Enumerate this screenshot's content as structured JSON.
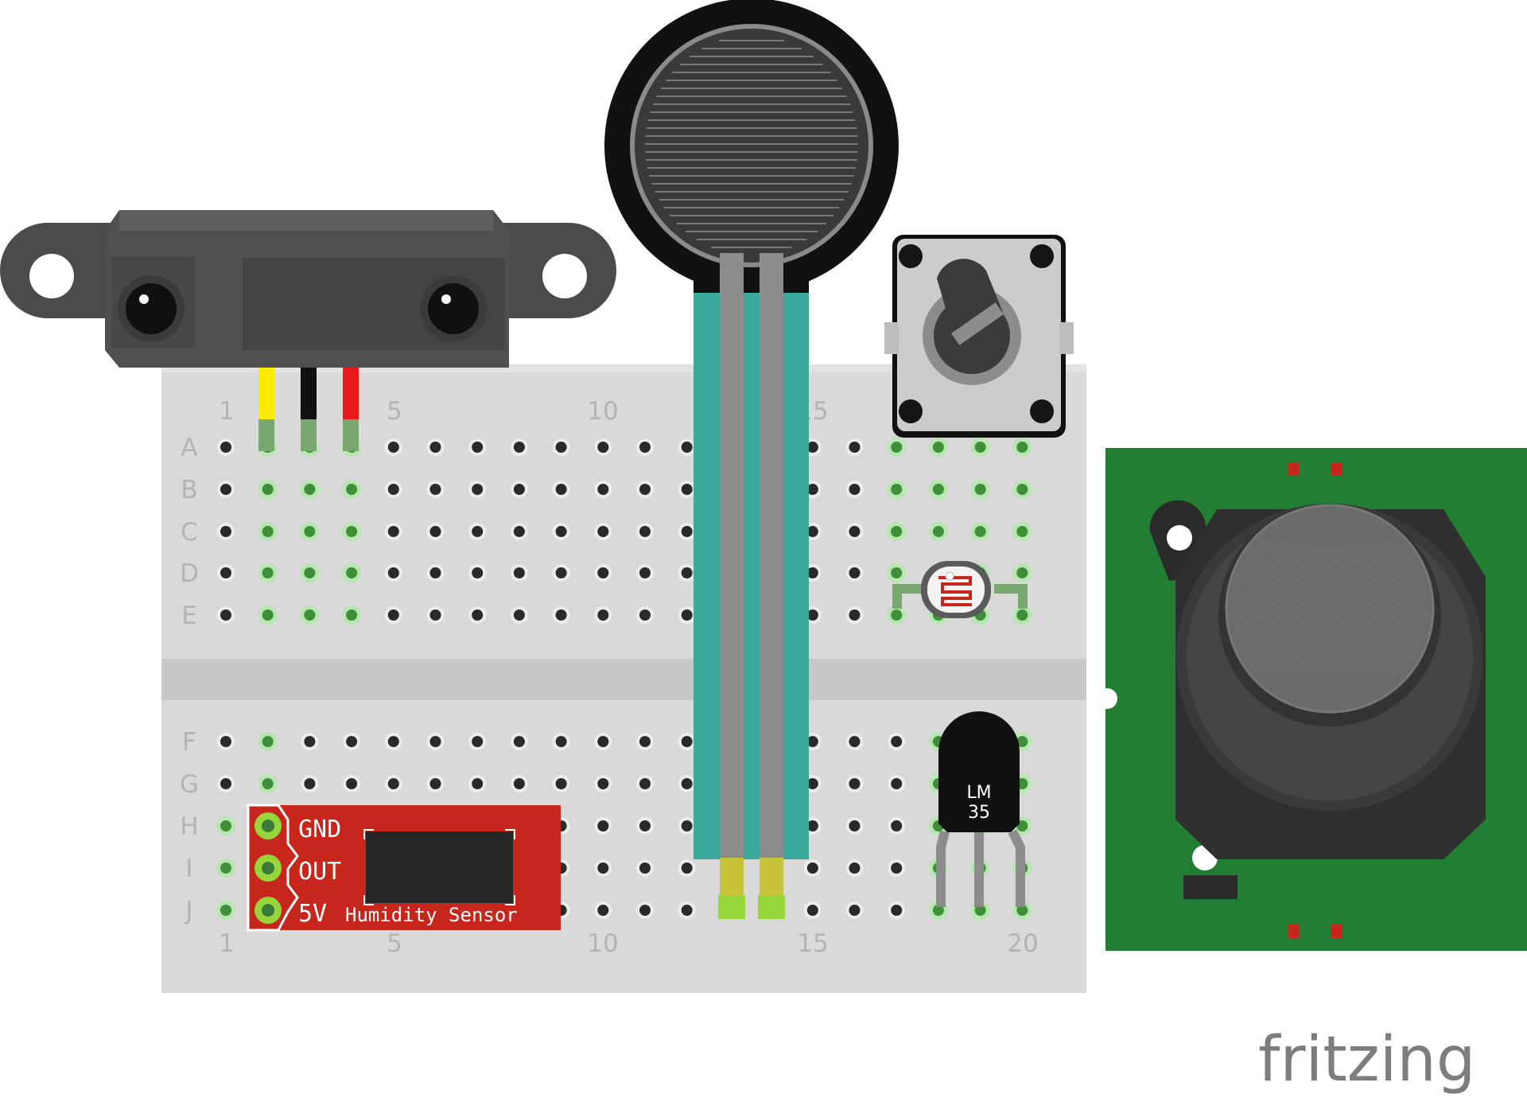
{
  "breadboard": {
    "columns": 20,
    "rows_top": [
      "A",
      "B",
      "C",
      "D",
      "E"
    ],
    "rows_bottom": [
      "F",
      "G",
      "H",
      "I",
      "J"
    ],
    "column_ticks": [
      "1",
      "5",
      "10",
      "15",
      "20"
    ]
  },
  "humidity_sensor": {
    "pins": [
      "GND",
      "OUT",
      "5V"
    ],
    "name": "Humidity Sensor"
  },
  "temp_sensor": {
    "line1": "LM",
    "line2": "35"
  },
  "brand": "fritzing",
  "colors": {
    "breadboard": "#d9d9d9",
    "wire_yellow": "#ffeb00",
    "wire_black": "#111111",
    "wire_red": "#e8191b",
    "fsr_tail": "#3aa89a",
    "pcb_green": "#217e33",
    "pcb_red": "#c6261b"
  }
}
